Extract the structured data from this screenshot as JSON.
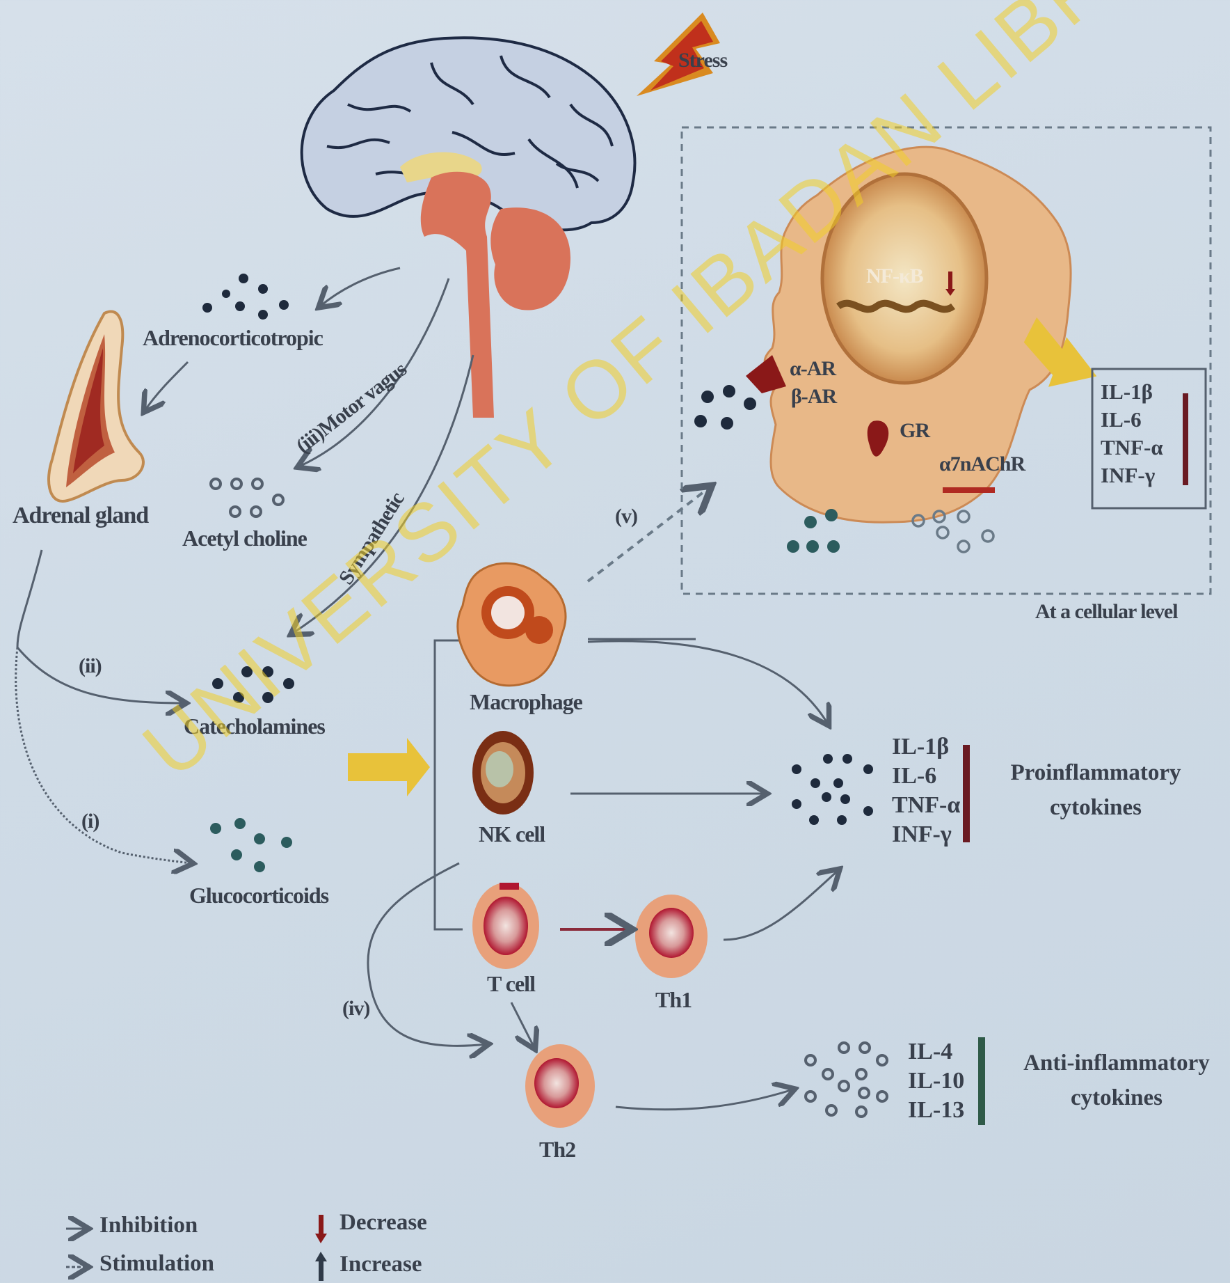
{
  "stress": "Stress",
  "organs": {
    "adrenal_gland": "Adrenal gland"
  },
  "mediators": {
    "adrenocorticotropic": "Adrenocorticotropic",
    "acetylcholine": "Acetyl choline",
    "catecholamines": "Catecholamines",
    "glucocorticoids": "Glucocorticoids"
  },
  "pathways": {
    "motor_vagus": "(iii)Motor vagus",
    "sympathetic": "Sympathetic",
    "ii": "(ii)",
    "i": "(i)",
    "iv": "(iv)",
    "v": "(v)"
  },
  "cells": {
    "macrophage": "Macrophage",
    "nk_cell": "NK cell",
    "t_cell": "T cell",
    "th1": "Th1",
    "th2": "Th2"
  },
  "cellular_level": {
    "caption": "At a cellular level",
    "nfkb": "NF-κB",
    "alpha_ar": "α-AR",
    "beta_ar": "β-AR",
    "gr": "GR",
    "a7nachr": "α7nAChR",
    "cytokines": [
      "IL-1β",
      "IL-6",
      "TNF-α",
      "INF-γ"
    ]
  },
  "proinflammatory": {
    "cytokines": [
      "IL-1β",
      "IL-6",
      "TNF-α",
      "INF-γ"
    ],
    "label_line1": "Proinflammatory",
    "label_line2": "cytokines"
  },
  "antiinflammatory": {
    "cytokines": [
      "IL-4",
      "IL-10",
      "IL-13"
    ],
    "label_line1": "Anti-inflammatory",
    "label_line2": "cytokines"
  },
  "legend": {
    "inhibition": "Inhibition",
    "stimulation": "Stimulation",
    "decrease": "Decrease",
    "increase": "Increase"
  },
  "watermark": "UNIVERSITY OF IBADAN LIBRARY",
  "colors": {
    "brain_fill": "#c5d0e2",
    "brainstem": "#d9735a",
    "cell_body": "#e8b888",
    "bar_red": "#6a1a22",
    "bar_green": "#2f5a48",
    "arrow_yellow": "#e8c23a",
    "dot_dark": "#1e2a3c",
    "dot_teal": "#2c5c5e"
  }
}
